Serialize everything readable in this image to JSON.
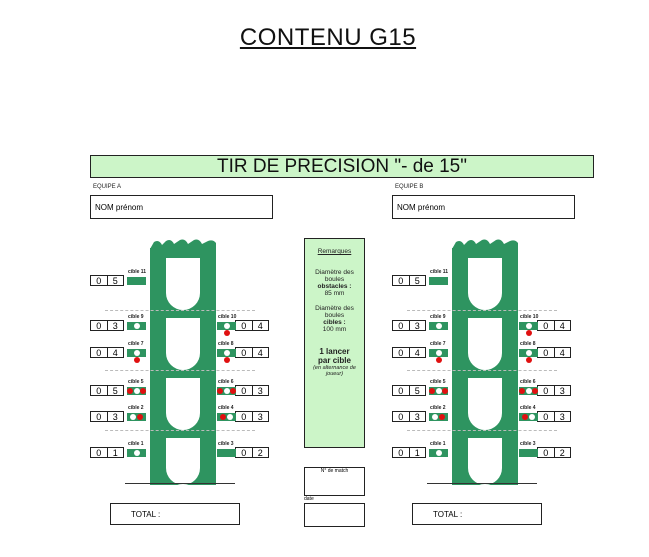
{
  "page_title": "CONTENU G15",
  "banner": "TIR DE PRECISION \"- de 15\"",
  "colors": {
    "tower": "#2e9460",
    "banner": "#ccf5c8",
    "ball": "#e01010"
  },
  "teams": [
    {
      "label": "EQUIPE A",
      "name_placeholder": "NOM prénom",
      "total_label": "TOTAL :",
      "scores": {
        "c11": [
          "0",
          "5"
        ],
        "c9": [
          "0",
          "3"
        ],
        "c10": [
          "0",
          "4"
        ],
        "c7": [
          "0",
          "4"
        ],
        "c8": [
          "0",
          "4"
        ],
        "c5": [
          "0",
          "5"
        ],
        "c6": [
          "0",
          "3"
        ],
        "c2": [
          "0",
          "3"
        ],
        "c4": [
          "0",
          "3"
        ],
        "c1": [
          "0",
          "1"
        ],
        "c3": [
          "0",
          "2"
        ]
      }
    },
    {
      "label": "EQUIPE B",
      "name_placeholder": "NOM prénom",
      "total_label": "TOTAL :",
      "scores": {
        "c11": [
          "0",
          "5"
        ],
        "c9": [
          "0",
          "3"
        ],
        "c10": [
          "0",
          "4"
        ],
        "c7": [
          "0",
          "4"
        ],
        "c8": [
          "0",
          "4"
        ],
        "c5": [
          "0",
          "5"
        ],
        "c6": [
          "0",
          "3"
        ],
        "c2": [
          "0",
          "3"
        ],
        "c4": [
          "0",
          "3"
        ],
        "c1": [
          "0",
          "1"
        ],
        "c3": [
          "0",
          "2"
        ]
      }
    }
  ],
  "targets": {
    "c11": "cible 11",
    "c9": "cible 9",
    "c10": "cible 10",
    "c7": "cible 7",
    "c8": "cible 8",
    "c5": "cible 5",
    "c6": "cible 6",
    "c2": "cible 2",
    "c4": "cible 4",
    "c1": "cible 1",
    "c3": "cible 3"
  },
  "remarks": {
    "title": "Remarques",
    "obstacle_l1": "Diamètre des boules",
    "obstacle_l2": "obstacles :",
    "obstacle_l3": "85 mm",
    "cible_l1": "Diamètre des boules",
    "cible_l2": "cibles :",
    "cible_l3": "100 mm",
    "throw_l1": "1 lancer par cible",
    "throw_l2": "(en alternance de joueur)"
  },
  "match_label": "N° de match",
  "date_label": "date"
}
